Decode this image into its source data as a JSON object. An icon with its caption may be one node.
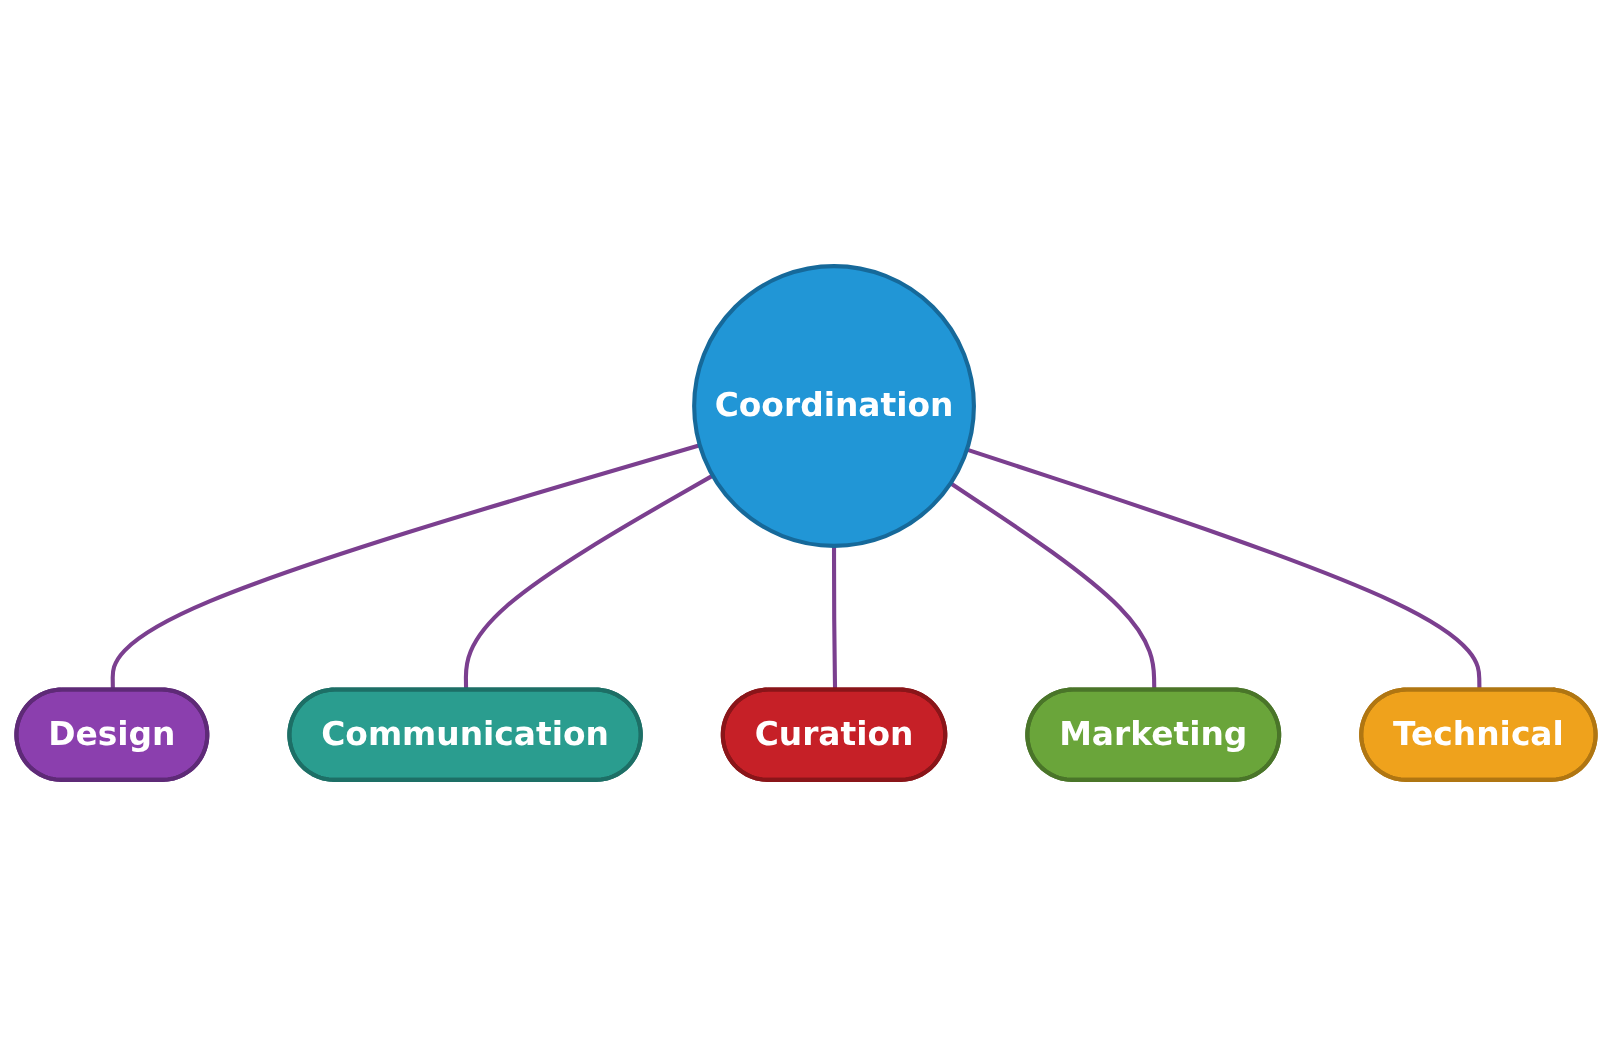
{
  "diagram": {
    "nodes": [
      {
        "text": [
          "Design"
        ]
      },
      {
        "text": [
          "Communication"
        ]
      },
      {
        "text": [
          "Curation"
        ]
      },
      {
        "text": [
          "Coordination"
        ]
      },
      {
        "text": [
          "Marketing"
        ]
      },
      {
        "text": [
          "Technical"
        ]
      }
    ],
    "edges": [
      {
        "from": 3,
        "to": 0,
        "arrow": "none"
      },
      {
        "from": 3,
        "to": 1,
        "arrow": "none"
      },
      {
        "from": 3,
        "to": 2,
        "arrow": "none"
      },
      {
        "from": 3,
        "to": 4,
        "arrow": "none"
      },
      {
        "from": 3,
        "to": 5,
        "arrow": "none"
      }
    ]
  }
}
